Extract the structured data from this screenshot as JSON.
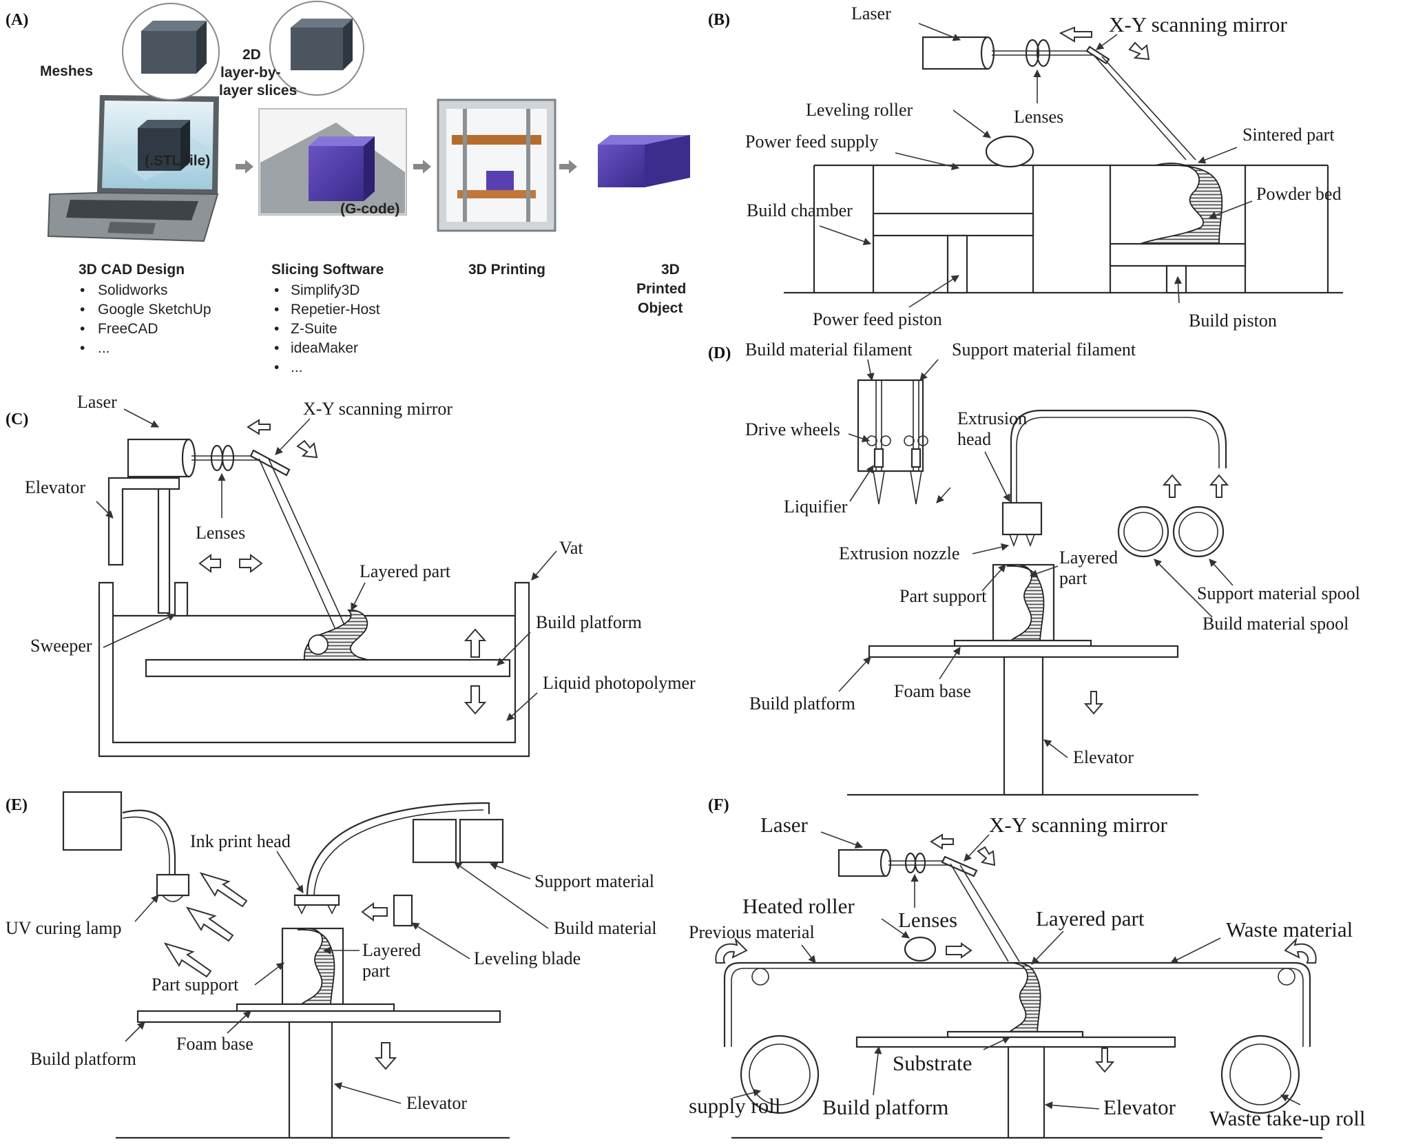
{
  "panels": {
    "a": {
      "tag": "(A)",
      "meshes": "Meshes",
      "stl": "(.STL file)",
      "slices_line1": "2D",
      "slices_line2": "layer-by-",
      "slices_line3": "layer slices",
      "gcode": "(G-code)",
      "cad_title": "3D CAD Design",
      "cad_items": [
        "Solidworks",
        "Google SketchUp",
        "FreeCAD",
        "..."
      ],
      "slice_title": "Slicing Software",
      "slice_items": [
        "Simplify3D",
        "Repetier-Host",
        "Z-Suite",
        "ideaMaker",
        "..."
      ],
      "print_title": "3D Printing",
      "obj_line1": "3D",
      "obj_line2": "Printed",
      "obj_line3": "Object"
    },
    "b": {
      "tag": "(B)",
      "laser": "Laser",
      "mirror": "X-Y scanning mirror",
      "lenses": "Lenses",
      "roller": "Leveling roller",
      "feed_supply": "Power feed supply",
      "sintered": "Sintered part",
      "chamber": "Build chamber",
      "powder_bed": "Powder bed",
      "feed_piston": "Power feed piston",
      "build_piston": "Build piston"
    },
    "c": {
      "tag": "(C)",
      "laser": "Laser",
      "mirror": "X-Y scanning mirror",
      "elevator": "Elevator",
      "lenses": "Lenses",
      "vat": "Vat",
      "layered": "Layered part",
      "sweeper": "Sweeper",
      "platform": "Build platform",
      "photopolymer": "Liquid photopolymer"
    },
    "d": {
      "tag": "(D)",
      "build_fil": "Build material filament",
      "support_fil": "Support material filament",
      "drive": "Drive wheels",
      "ext_head1": "Extrusion",
      "ext_head2": "head",
      "liquifier": "Liquifier",
      "nozzle": "Extrusion nozzle",
      "layered1": "Layered",
      "layered2": "part",
      "part_support": "Part support",
      "support_spool": "Support material spool",
      "build_spool": "Build material spool",
      "platform": "Build platform",
      "foam": "Foam base",
      "elevator": "Elevator"
    },
    "e": {
      "tag": "(E)",
      "ink_head": "Ink print head",
      "support_mat": "Support material",
      "uv_lamp": "UV curing lamp",
      "build_mat": "Build material",
      "layered1": "Layered",
      "layered2": "part",
      "blade": "Leveling blade",
      "part_support": "Part support",
      "platform": "Build platform",
      "foam": "Foam base",
      "elevator": "Elevator"
    },
    "f": {
      "tag": "(F)",
      "laser": "Laser",
      "mirror": "X-Y scanning mirror",
      "heated": "Heated roller",
      "lenses": "Lenses",
      "layered": "Layered part",
      "previous": "Previous material",
      "waste": "Waste material",
      "substrate": "Substrate",
      "supply": "supply roll",
      "platform": "Build platform",
      "elevator": "Elevator",
      "takeup": "Waste take-up roll"
    }
  }
}
